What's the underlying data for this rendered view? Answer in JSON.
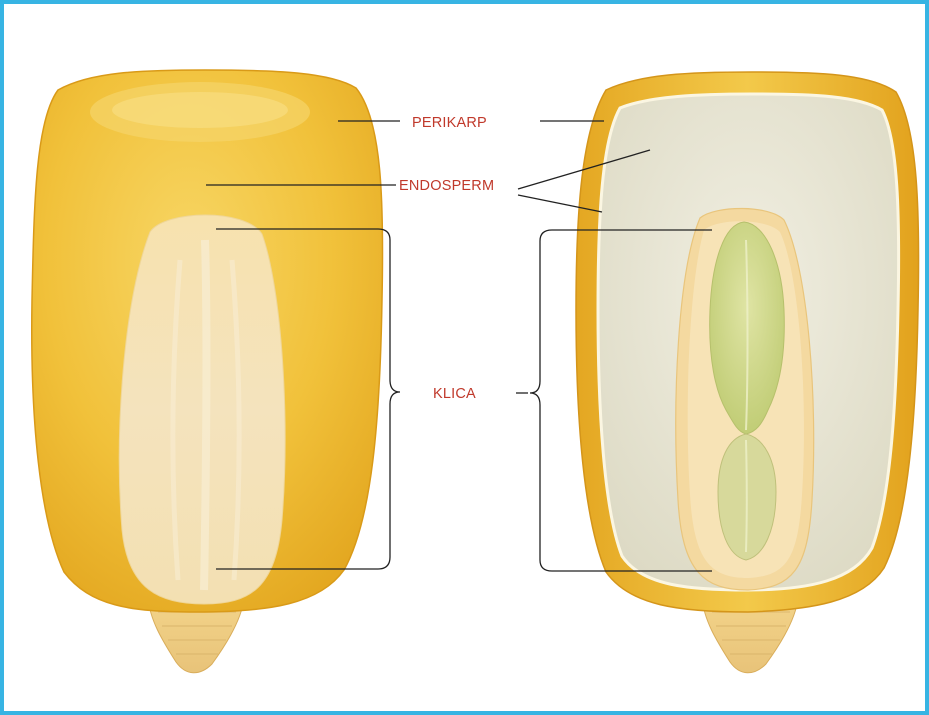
{
  "labels": {
    "pericarp": "PERIKARP",
    "endosperm": "ENDOSPERM",
    "germ": "KLICA"
  },
  "colors": {
    "border": "#37b4e3",
    "label_text": "#c0392b",
    "leader_line": "#222222",
    "kernel_yellow": "#f2c230",
    "endosperm_cream": "#ebe8d8",
    "germ_cream": "#f6deaa",
    "embryo_green": "#cbd58a"
  }
}
